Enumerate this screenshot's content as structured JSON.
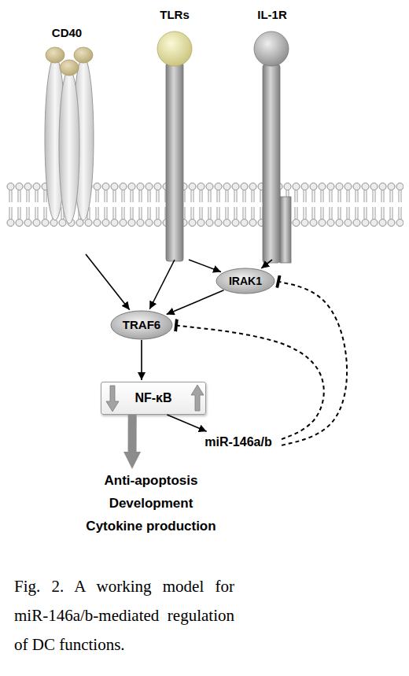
{
  "diagram": {
    "caption": "Fig. 2. A working model for miR-146a/b-mediated regulation of DC functions.",
    "nodes": [
      {
        "text": [
          "CD40"
        ]
      },
      {
        "text": [
          "TLRs"
        ]
      },
      {
        "text": [
          "IL-1R"
        ]
      },
      {
        "text": [
          "IRAK1"
        ]
      },
      {
        "text": [
          "TRAF6"
        ]
      },
      {
        "text": [
          "NF-κB"
        ]
      },
      {
        "text": [
          "miR-146a/b"
        ]
      },
      {
        "text": [
          "Anti-apoptosis",
          "Development",
          "Cytokine production"
        ]
      }
    ],
    "edges": [
      {
        "from": 0,
        "to": 4,
        "arrow": "to"
      },
      {
        "from": 1,
        "to": 4,
        "arrow": "to"
      },
      {
        "from": 1,
        "to": 3,
        "arrow": "to"
      },
      {
        "from": 2,
        "to": 3,
        "arrow": "to"
      },
      {
        "from": 3,
        "to": 4,
        "arrow": "to"
      },
      {
        "from": 4,
        "to": 5,
        "arrow": "to"
      },
      {
        "from": 5,
        "to": 6,
        "arrow": "to"
      },
      {
        "from": 5,
        "to": 7,
        "arrow": "to"
      },
      {
        "from": 6,
        "to": 4,
        "arrow": "to"
      },
      {
        "from": 6,
        "to": 3,
        "arrow": "to"
      }
    ]
  }
}
